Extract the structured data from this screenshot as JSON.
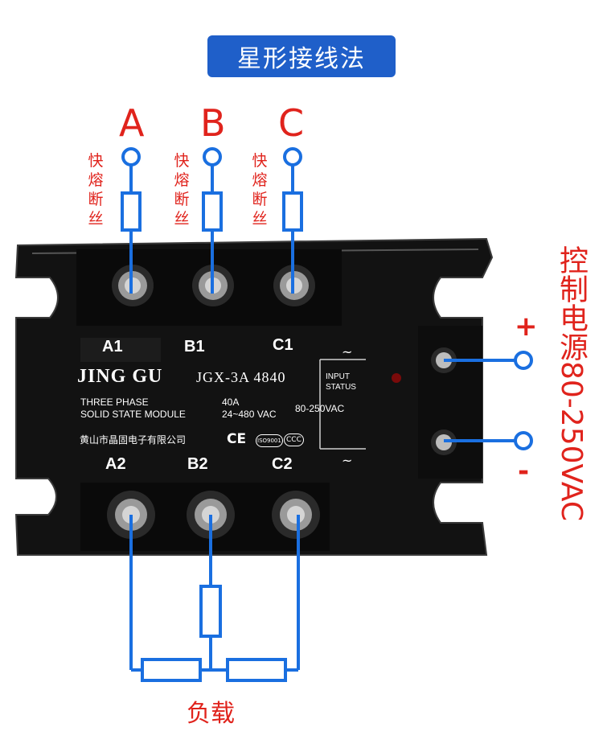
{
  "title": "星形接线法",
  "phases": [
    "A",
    "B",
    "C"
  ],
  "fuse_label": "快熔断丝",
  "load_label": "负载",
  "control_power_label": "控制电源80-250VAC",
  "plus_sign": "+",
  "minus_sign": "-",
  "module": {
    "brand": "JING GU",
    "model": "JGX-3A 4840",
    "input_top": [
      "A1",
      "B1",
      "C1"
    ],
    "output_bottom": [
      "A2",
      "B2",
      "C2"
    ],
    "three_phase": "THREE PHASE",
    "solid_state": "SOLID STATE MODULE",
    "current": "40A",
    "voltage": "24~480 VAC",
    "control_range": "80-250VAC",
    "input_status": "INPUT\nSTATUS",
    "company": "黄山市晶固电子有限公司",
    "certs": [
      "CE",
      "ISO9001",
      "CCC"
    ],
    "tilde": "~"
  },
  "colors": {
    "wire_blue": "#1a6fe0",
    "label_red": "#e0231c",
    "badge_blue": "#1f5fc9",
    "module_black": "#111111"
  }
}
